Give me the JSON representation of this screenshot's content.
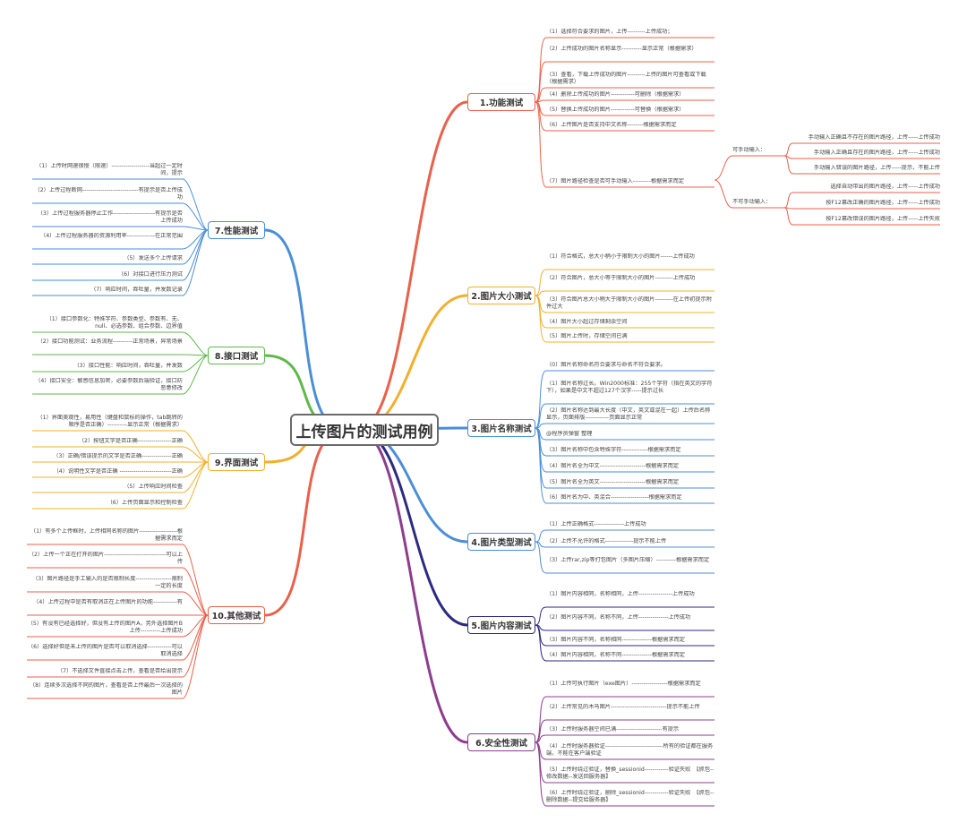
{
  "title": "上传图片的测试用例",
  "colors": {
    "red": "#e8614b",
    "orange": "#f2b02c",
    "blue": "#4b8ed8",
    "navy": "#2b2b82",
    "purple": "#8c3d8c",
    "green": "#5fb84a"
  },
  "branches": {
    "b1": {
      "label": "1.功能测试",
      "items": [
        "（1）选择符合要求的图片，上传---------上传成功；",
        "（2）上传成功的图片名称显示----------显示正常（根据需求）",
        "（3）查看，下载上传成功的图片---------上传的图片可查看或下载（根据需求）",
        "（4）删除上传成功的图片------------可删除（根据需求）",
        "（5）替换上传成功的图片------------可替换（根据需求）",
        "（6）上传图片是否支持中文名称--------根据需求而定",
        "（7）图片路径检查是否可手动输入---------根据需求而定"
      ],
      "sub_manual": "可手动输入：",
      "sub_manual_items": [
        "手动输入正确且不存在的图片路径，上传-----上传成功",
        "手动输入正确且存在的图片路径，上传-----上传成功",
        "手动输入错误的图片路径，上传-----提示，不能上传"
      ],
      "sub_nomanual": "不可手动输入：",
      "sub_nomanual_items": [
        "选择自动带出的图片路径，上传-----上传成功",
        "按F12篡改正确的图片路径，上传-----上传成功",
        "按F12篡改错误的图片路径，上传-----上传失败"
      ]
    },
    "b2": {
      "label": "2.图片大小测试",
      "items": [
        "（1）符合格式，总大小稍小于限制大小的图片------上传成功",
        "（2）符合图片，总大小等于限制大小的图片---------上传成功",
        "（3）符合图片总大小稍大于限制大小的图片---------在上传初提示附件过大",
        "（4）图片大小超过存储剩余空间",
        "（5）图片上传时，存储空间已满"
      ]
    },
    "b3": {
      "label": "3.图片名称测试",
      "items": [
        "（0）图片名称命名符合要求与命名不符合要求。",
        "（1）图片名称过长。Win2000标准：255个字符（指在英文的字符下），如果是中文不超过127个汉字-----提示过长",
        "（2）图片名称达到最大长度（中文，英文或混在一起）上传后名称显示，页面排版------------页面显示正常",
        "@程序员弹窗 整理",
        "（3）图片名称中包含特殊字符-------------根据需求而定",
        "（4）图片名全为中文-----------------------根据需求而定",
        "（5）图片名全为英文-----------------------根据需求而定",
        "（6）图片名为中、英混合-------------------根据需求而定"
      ]
    },
    "b4": {
      "label": "4.图片类型测试",
      "items": [
        "（1）上传正确格式---------------上传成功",
        "（2）上传不允许的格式--------------提示不能上传",
        "（3）上传rar,zip等打包图片（多图片压缩）----------根据需求而定"
      ]
    },
    "b5": {
      "label": "5.图片内容测试",
      "items": [
        "（1）图片内容相同，名称相同，上传-----------------上传成功",
        "（2）图片内容不同，名称不同，上传---------------上传成功",
        "（3）图片内容不同，名称相同---------------根据需求而定",
        "（4）图片内容相同，名称不同---------------根据需求而定"
      ]
    },
    "b6": {
      "label": "6.安全性测试",
      "items": [
        "（1）上传可执行图片（exe图片）------------------根据需求而定",
        "（2）上传常见的木马图片----------------------------提示不能上传",
        "（3）上传时服务器空间已满-----------------------有提示",
        "（4）上传时服务器验证-----------------------------所有的验证都在服务端，不能在客户端验证",
        "（5）上传时绕过验证，替换_sessionid------------验证失败　【抓包--修改数据--发送回服务器】",
        "（6）上传时绕过验证，删除_sessionid------------验证失败　【抓包--删除数据--提交给服务器】"
      ]
    },
    "b7": {
      "label": "7.性能测试",
      "items": [
        "（1）上传时网速很慢（限速）-------------------当超过一定时间，提示",
        "（2）上传过程断网----------------------------有提示是否上传成功",
        "（3）上传过程服务器停止工作---------------------有提示是否上传成功",
        "（4）上传过程服务器的资源利用率--------------在正常范围",
        "（5）发送多个上传请求",
        "（6）对接口进行压力测试",
        "（7）响应时间，吞吐量，并发数记录"
      ]
    },
    "b8": {
      "label": "8.接口测试",
      "items": [
        "（1）接口参数化：特殊字符、参数类型、参数有、无、null、必选参数、组合参数、边界值",
        "（2）接口功能测试：业务流程----------正常场景，异常场景",
        "（3）接口性能：响应时间，吞吐量，并发数",
        "（4）接口安全：敏感信息加密，必要参数后端验证，接口防恶意修改"
      ]
    },
    "b9": {
      "label": "9.界面测试",
      "items": [
        "（1）界面美观性，易用性（键盘和鼠标的操作，tab跳转的顺序是否正确）----------显示正常（根据需求）",
        "（2）按钮文字是否正确-----------------正确",
        "（3）正确/错误提示的文字是否正确---------------正确",
        "（4）说明性文字是否正确 --------------------------正确",
        "（5）上传响应时间检查",
        "（6）上传页面显示和控制检查"
      ]
    },
    "b10": {
      "label": "10.其他测试",
      "items": [
        "（1）有多个上传框时，上传相同名称的图片-------------------根据需求而定",
        "（2）上传一个正在打开的图片-------------------------------可以上传",
        "（3）图片路径是手工输入的是否限制长度------------------限制一定的长度",
        "（4）上传过程中是否有取消正在上传图片的功能------------有",
        "（5）有没有已经选择好，但没有上传的图片A，另外选择图片B上传----------上传成功",
        "（6）选择好但是未上传的图片是否可以取消选择------------可以取消选择",
        "（7）不选择文件直接点击上传，查看是否给出提示",
        "（8）连续多次选择不同的图片，查看是否上传最后一次选择的图片"
      ]
    }
  }
}
